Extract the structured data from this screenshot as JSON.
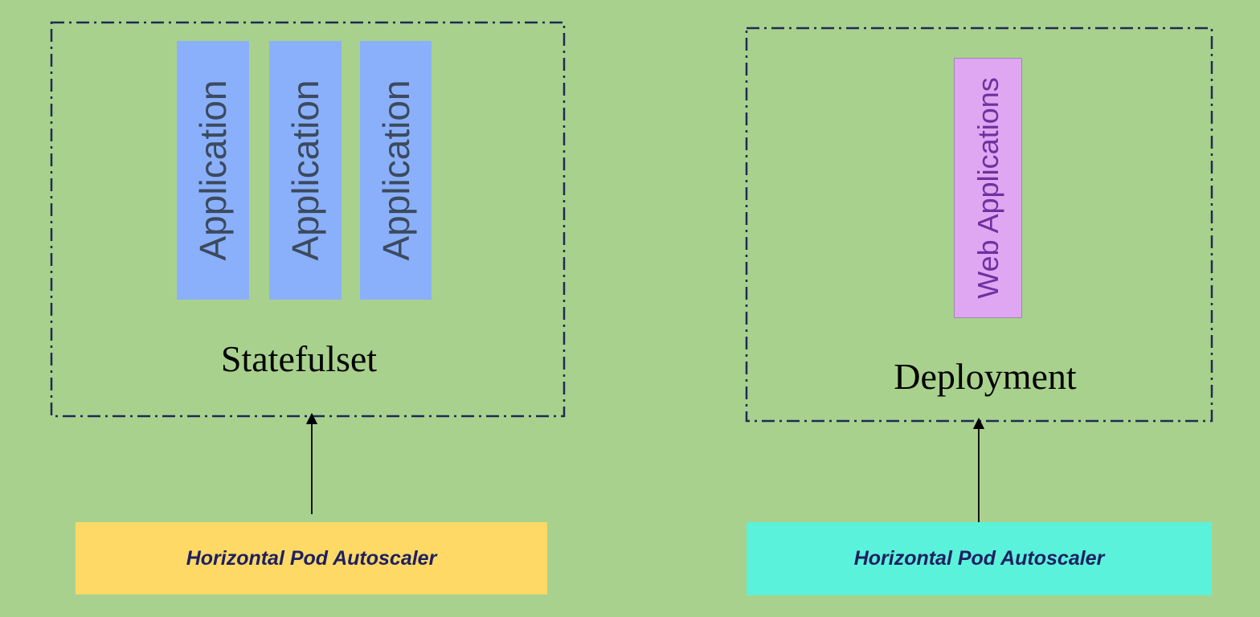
{
  "colors": {
    "background": "#a8d18d",
    "frame_stroke": "#1f2a55",
    "application_fill": "#8ab0fb",
    "web_app_fill": "#dfa7f2",
    "web_app_text": "#7030a0",
    "hpa_left_fill": "#ffd966",
    "hpa_right_fill": "#5af2db",
    "hpa_text": "#1f2060"
  },
  "left_group": {
    "title": "Statefulset",
    "applications": [
      {
        "label": "Application"
      },
      {
        "label": "Application"
      },
      {
        "label": "Application"
      }
    ],
    "autoscaler": {
      "label": "Horizontal Pod Autoscaler"
    }
  },
  "right_group": {
    "title": "Deployment",
    "web_app": {
      "label": "Web Applications"
    },
    "autoscaler": {
      "label": "Horizontal Pod Autoscaler"
    }
  }
}
